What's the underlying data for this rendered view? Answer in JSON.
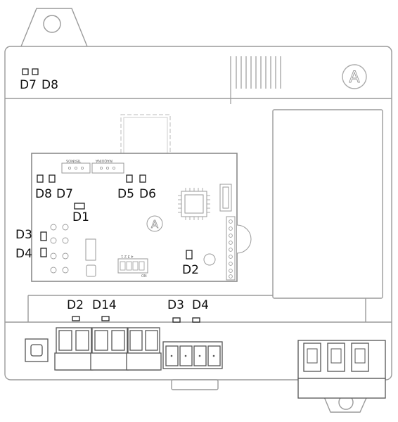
{
  "labels": {
    "top_d7": "D7",
    "top_d8": "D8",
    "inner_d8": "D8",
    "inner_d7": "D7",
    "inner_d5": "D5",
    "inner_d6": "D6",
    "inner_d1": "D1",
    "inner_d3": "D3",
    "inner_d4": "D4",
    "inner_d2": "D2",
    "bottom_d2": "D2",
    "bottom_d14": "D14",
    "bottom_d3": "D3",
    "bottom_d4": "D4"
  },
  "board_text": {
    "connector_termos": "TERMOS",
    "connector_maquina": "MAQUINA",
    "dip_numbers": "4 3 2 1",
    "dip_on": "ON"
  },
  "logo_letter": "A",
  "colors": {
    "line": "#9a9a9a",
    "dark_line": "#333333",
    "fill": "#ffffff"
  }
}
